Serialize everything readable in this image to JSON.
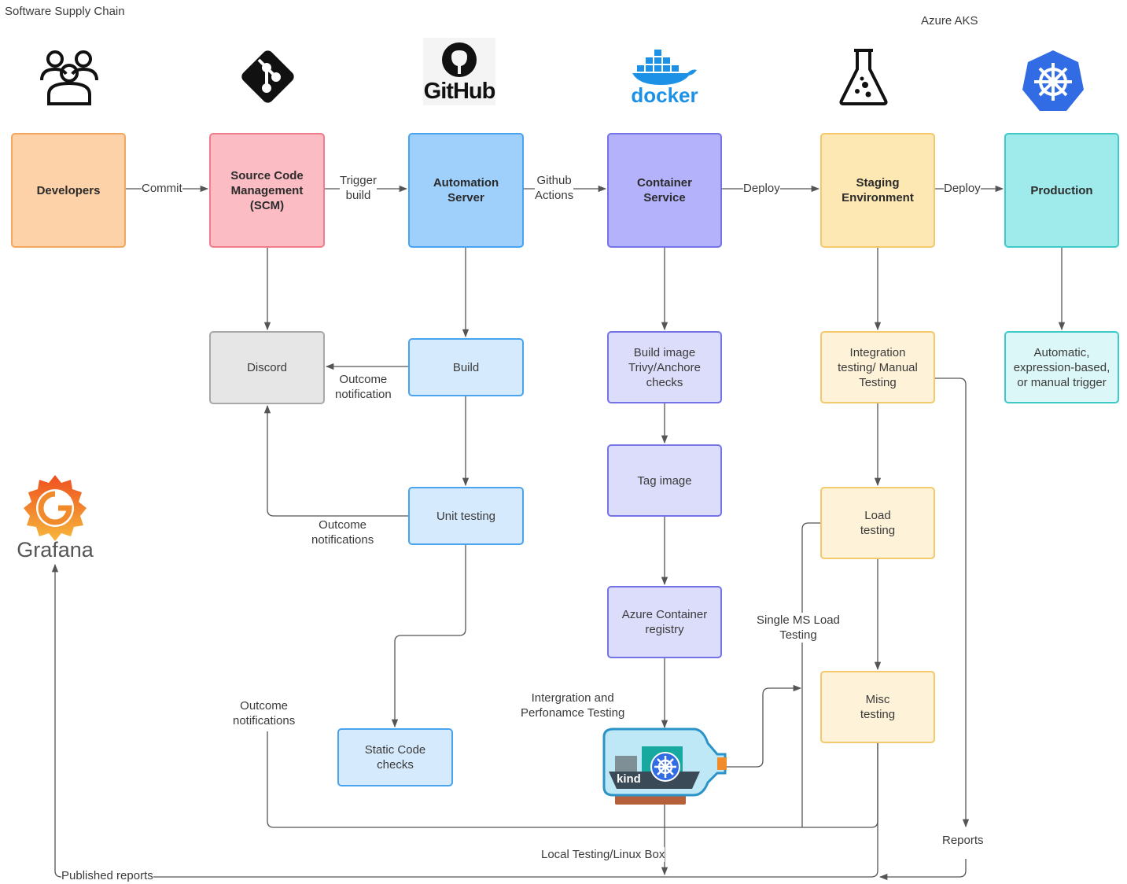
{
  "header": {
    "title": "Software Supply Chain",
    "cloud": "Azure AKS"
  },
  "logos": {
    "github": "GitHub",
    "docker": "docker",
    "grafana": "Grafana",
    "kind": "kind"
  },
  "stages": {
    "developers": "Developers",
    "scm": "Source Code\nManagement\n(SCM)",
    "automation": "Automation\nServer",
    "container": "Container\nService",
    "staging": "Staging\nEnvironment",
    "production": "Production"
  },
  "steps": {
    "discord": "Discord",
    "build": "Build",
    "unit_testing": "Unit testing",
    "static_code": "Static Code\nchecks",
    "build_image": "Build image\nTrivy/Anchore\nchecks",
    "tag_image": "Tag image",
    "acr": "Azure Container\nregistry",
    "integration": "Integration\ntesting/ Manual\nTesting",
    "load": "Load\ntesting",
    "misc": "Misc\ntesting",
    "trigger": "Automatic,\nexpression-based,\nor manual trigger"
  },
  "edge_labels": {
    "commit": "Commit",
    "trigger_build": "Trigger\nbuild",
    "github_actions": "Github\nActions",
    "deploy1": "Deploy",
    "deploy2": "Deploy",
    "outcome_notification": "Outcome\nnotification",
    "outcome_notifications_1": "Outcome\nnotifications",
    "outcome_notifications_2": "Outcome\nnotifications",
    "integration_perf": "Intergration and\nPerfonamce Testing",
    "single_ms": "Single MS Load\nTesting",
    "reports": "Reports",
    "local_testing": "Local Testing/Linux Box",
    "published_reports": "Published reports"
  },
  "colors": {
    "developers": {
      "fill": "#fdd2a8",
      "stroke": "#f2a65e"
    },
    "scm": {
      "fill": "#fbbcc4",
      "stroke": "#ef7d8b"
    },
    "automation": {
      "fill": "#9fd0fb",
      "stroke": "#4aa3ef"
    },
    "container": {
      "fill": "#b3b2fb",
      "stroke": "#7473e8"
    },
    "staging": {
      "fill": "#fde7b3",
      "stroke": "#f4c96b"
    },
    "production": {
      "fill": "#9feaea",
      "stroke": "#3fcaca"
    },
    "discord": {
      "fill": "#e6e6e6",
      "stroke": "#a8a8a8"
    },
    "blue_light": {
      "fill": "#d6eafd",
      "stroke": "#4aa3ef"
    },
    "purple_light": {
      "fill": "#dcdcfb",
      "stroke": "#7473e8"
    },
    "yellow_light": {
      "fill": "#fef2d8",
      "stroke": "#f4c96b"
    },
    "teal_light": {
      "fill": "#dcf7f7",
      "stroke": "#3fcaca"
    },
    "connector": "#555555"
  },
  "icons": [
    "people-icon",
    "git-icon",
    "github-icon",
    "docker-icon",
    "flask-icon",
    "kubernetes-icon",
    "grafana-icon",
    "kind-icon"
  ]
}
